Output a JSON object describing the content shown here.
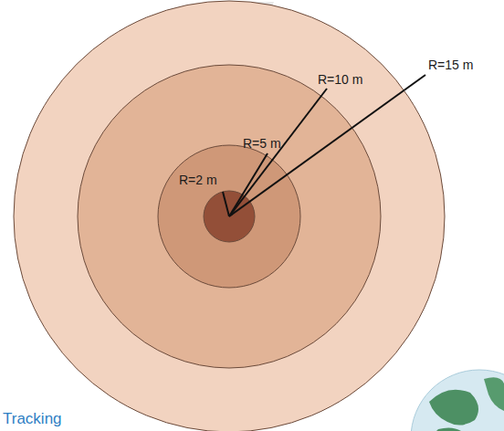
{
  "diagram": {
    "labels": [
      "R=2 m",
      "R=5 m",
      "R=10 m",
      "R=15 m",
      "Tracking"
    ]
  }
}
